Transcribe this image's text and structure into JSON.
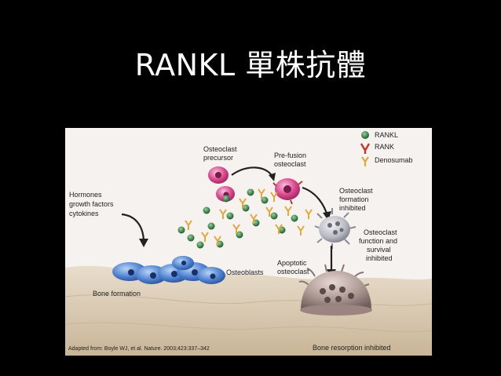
{
  "slide": {
    "title": "RANKL 單株抗體"
  },
  "figure": {
    "legend": {
      "rankl": "RANKL",
      "rank": "RANK",
      "denosumab": "Denosumab"
    },
    "labels": {
      "osteoclast_precursor": [
        "Osteoclast",
        "precursor"
      ],
      "pre_fusion": [
        "Pre-fusion",
        "osteoclast"
      ],
      "formation_inhibited": [
        "Osteoclast",
        "formation",
        "inhibited"
      ],
      "function_inhibited": [
        "Osteoclast",
        "function and",
        "survival",
        "inhibited"
      ],
      "hormones": [
        "Hormones",
        "growth factors",
        "cytokines"
      ],
      "osteoblasts": "Osteoblasts",
      "apoptotic": [
        "Apoptotic",
        "osteoclast"
      ],
      "bone_formation": "Bone formation",
      "bone_resorption": "Bone resorption inhibited",
      "citation": "Adapted from: Boyle WJ, et al. Nature. 2003;423:337–342"
    },
    "colors": {
      "rankl": "#2e7a3a",
      "rank": "#c0392b",
      "denosumab": "#e0a93a",
      "osteoclast": "#d9468c",
      "osteoblast": "#3a6fc4",
      "bone": "#d8c7ad"
    }
  }
}
